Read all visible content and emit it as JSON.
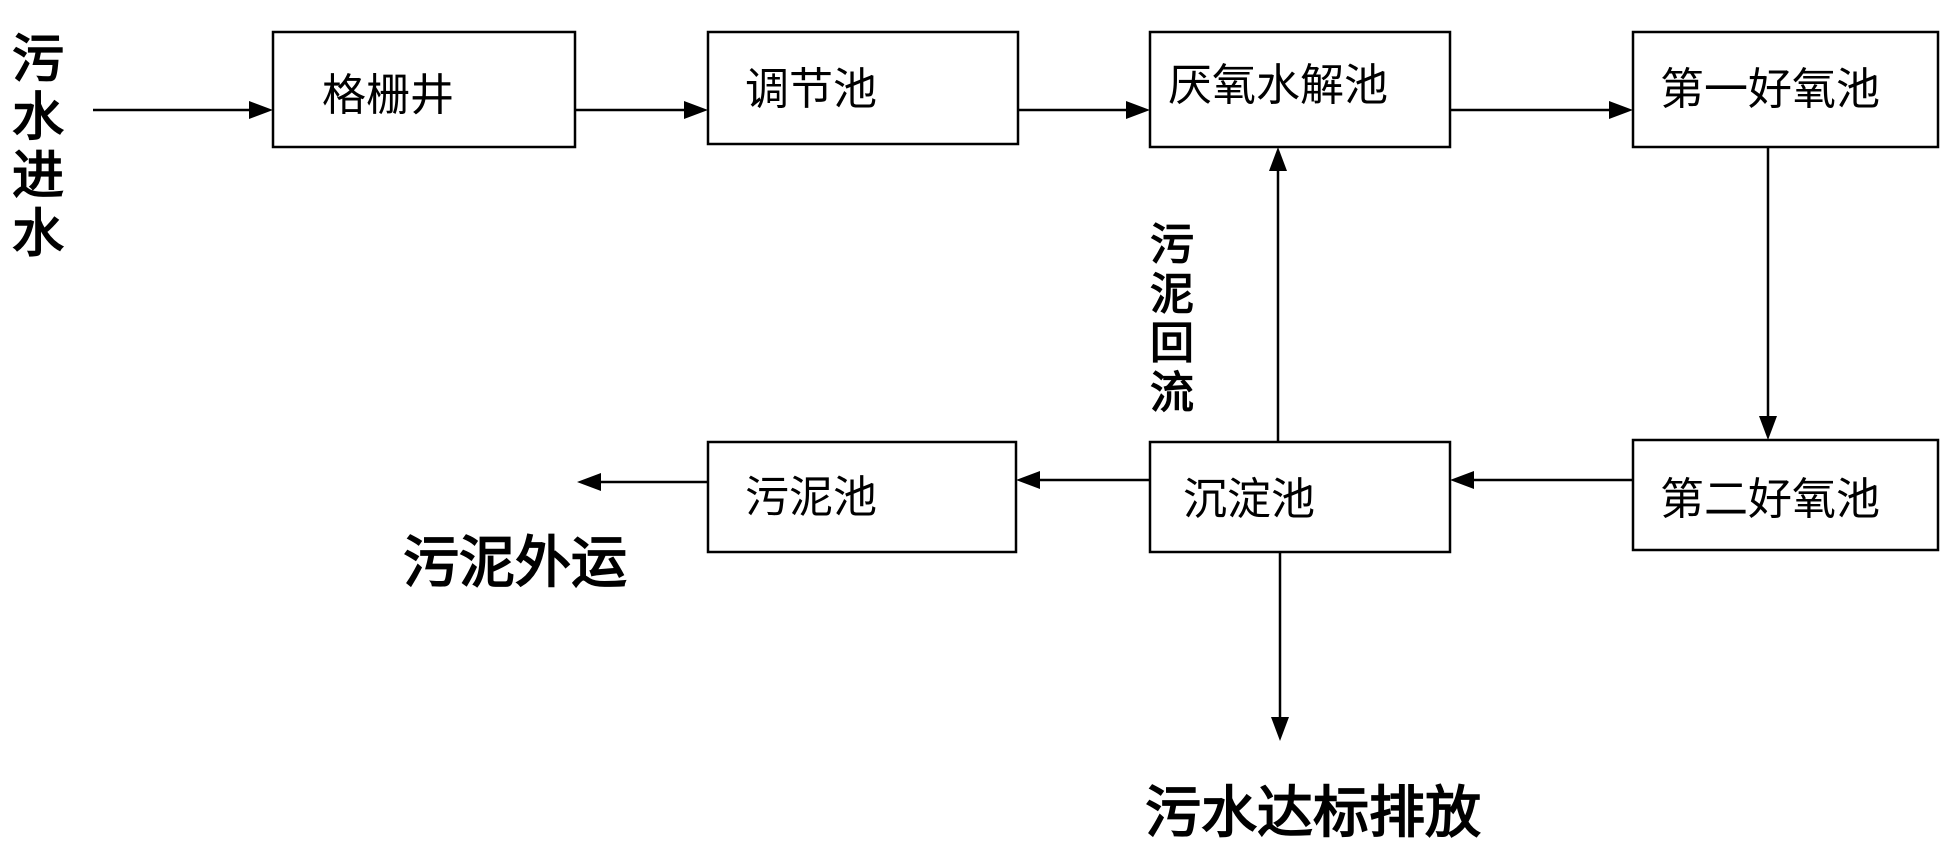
{
  "diagram": {
    "inflow_label": "污水进水",
    "return_label": "污泥回流",
    "sludge_out_label": "污泥外运",
    "discharge_label": "污水达标排放",
    "nodes": {
      "grille_well": "格栅井",
      "equalization_tank": "调节池",
      "anaerobic_hydrolysis_tank": "厌氧水解池",
      "first_aerobic_tank": "第一好氧池",
      "second_aerobic_tank": "第二好氧池",
      "sedimentation_tank": "沉淀池",
      "sludge_tank": "污泥池"
    }
  }
}
